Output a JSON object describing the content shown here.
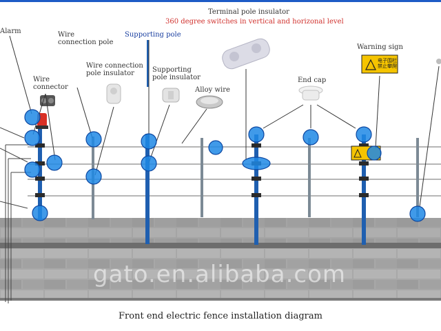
{
  "diagram": {
    "title_top": "Terminal pole insulator",
    "subtitle_top": "360 degree switches in vertical and horizonal level",
    "labels": {
      "alarm": "Alarm",
      "wire_connector": "Wire\nconnector",
      "wire_connection_pole": "Wire\nconnection pole",
      "wire_connection_pole_insulator": "Wire connection\npole insulator",
      "supporting_pole": "Supporting pole",
      "supporting_pole_insulator": "Supporting\npole insulator",
      "alloy_wire": "Alloy wire",
      "end_cap": "End cap",
      "warning_sign": "Warning sign"
    },
    "warning_sign_text": "电子围栏\n禁止攀爬",
    "watermark": "gato.en.alibaba.com",
    "caption": "Front end electric fence installation diagram"
  },
  "colors": {
    "label_blue": "#1a3fa0",
    "subtitle_red": "#d0312d",
    "callout_circle": "#1e88e5",
    "pole_blue": "#1f5fb0",
    "wall_gray": "#9a9a9a",
    "warning_yellow": "#f5c400"
  }
}
